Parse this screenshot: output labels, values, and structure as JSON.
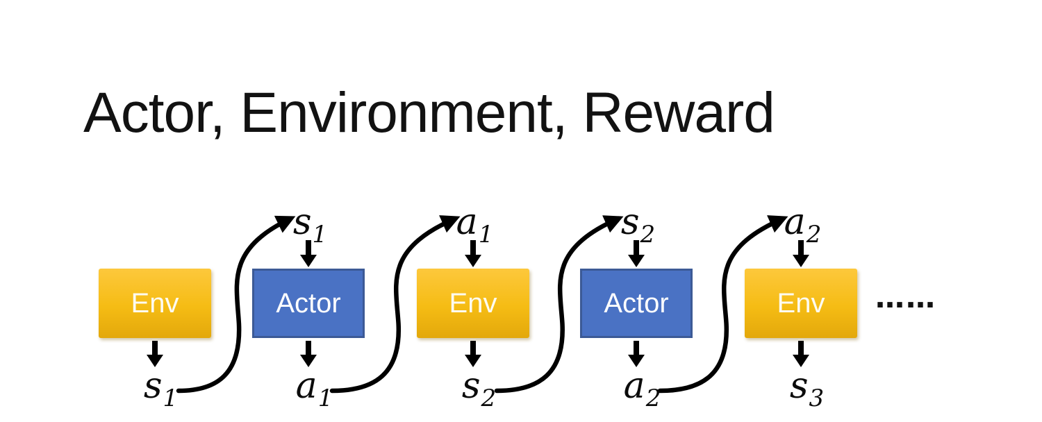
{
  "title": "Actor, Environment, Reward",
  "ellipsis": "……",
  "colors": {
    "background": "#FFFFFF",
    "title_text": "#121212",
    "env_gradient_top": "#FDC83C",
    "env_gradient_bottom": "#E3A80B",
    "actor_fill": "#4A72C4",
    "actor_border": "#3C5A96",
    "box_text": "#FFFFFF",
    "arrow": "#000000",
    "label_text": "#0B0B0B"
  },
  "diagram": {
    "boxes": [
      {
        "id": "env-1",
        "type": "env",
        "label": "Env",
        "top_label": null,
        "bottom_label": {
          "base": "s",
          "sub": "1"
        }
      },
      {
        "id": "actor-1",
        "type": "actor",
        "label": "Actor",
        "top_label": {
          "base": "s",
          "sub": "1"
        },
        "bottom_label": {
          "base": "a",
          "sub": "1"
        }
      },
      {
        "id": "env-2",
        "type": "env",
        "label": "Env",
        "top_label": {
          "base": "a",
          "sub": "1"
        },
        "bottom_label": {
          "base": "s",
          "sub": "2"
        }
      },
      {
        "id": "actor-2",
        "type": "actor",
        "label": "Actor",
        "top_label": {
          "base": "s",
          "sub": "2"
        },
        "bottom_label": {
          "base": "a",
          "sub": "2"
        }
      },
      {
        "id": "env-3",
        "type": "env",
        "label": "Env",
        "top_label": {
          "base": "a",
          "sub": "2"
        },
        "bottom_label": {
          "base": "s",
          "sub": "3"
        }
      }
    ],
    "connectors": [
      {
        "from": "env-1-bottom-label",
        "to": "actor-1-top-label",
        "carries": "s1"
      },
      {
        "from": "actor-1-bottom-label",
        "to": "env-2-top-label",
        "carries": "a1"
      },
      {
        "from": "env-2-bottom-label",
        "to": "actor-2-top-label",
        "carries": "s2"
      },
      {
        "from": "actor-2-bottom-label",
        "to": "env-3-top-label",
        "carries": "a2"
      }
    ]
  }
}
